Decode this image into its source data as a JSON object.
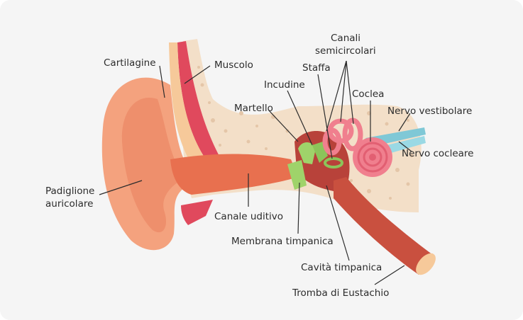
{
  "diagram": {
    "labels": {
      "cartilagine": "Cartilagine",
      "muscolo": "Muscolo",
      "canali_line1": "Canali",
      "canali_line2": "semicircolari",
      "staffa": "Staffa",
      "incudine": "Incudine",
      "coclea": "Coclea",
      "martello": "Martello",
      "nervo_vestibolare": "Nervo vestibolare",
      "nervo_cocleare": "Nervo cocleare",
      "padiglione_line1": "Padiglione",
      "padiglione_line2": "auricolare",
      "canale_uditivo": "Canale uditivo",
      "membrana_timpanica": "Membrana timpanica",
      "cavita_timpanica": "Cavità timpanica",
      "tromba_eustachio": "Tromba di Eustachio"
    },
    "colors": {
      "background": "#f5f5f5",
      "skin": "#f4a27e",
      "bone": "#f3dfc8",
      "muscle": "#e0495d",
      "canal": "#e8704f",
      "ossicle": "#9fd36a",
      "cochlea": "#f07f8e",
      "nerve": "#7fc8d6",
      "cavity": "#b8423a"
    }
  }
}
